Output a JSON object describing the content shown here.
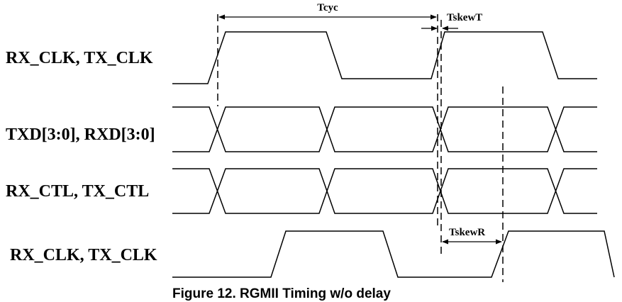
{
  "signals": [
    {
      "label": "RX_CLK, TX_CLK"
    },
    {
      "label": "TXD[3:0], RXD[3:0]"
    },
    {
      "label": "RX_CTL, TX_CTL"
    },
    {
      "label": "RX_CLK, TX_CLK"
    }
  ],
  "annotations": {
    "tcyc": "Tcyc",
    "tskew_t": "TskewT",
    "tskew_r": "TskewR"
  },
  "caption": "Figure 12. RGMII Timing w/o delay"
}
